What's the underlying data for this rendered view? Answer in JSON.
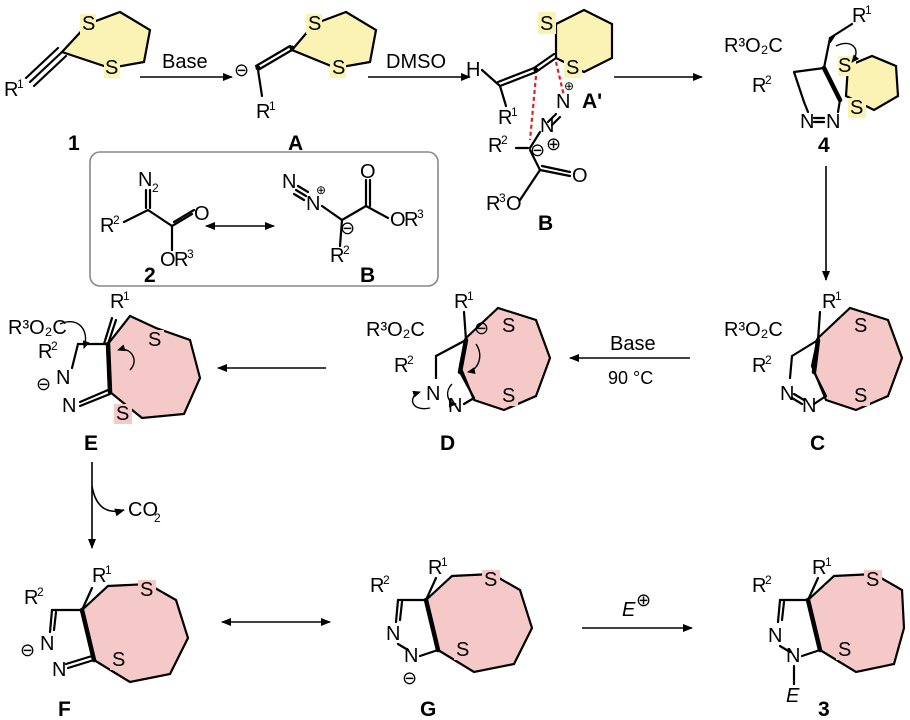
{
  "colors": {
    "dithiane_ring": "#fbf3b3",
    "large_ring": "#f6c9c9",
    "new_bond_dash": "#e02020",
    "box_border": "#888888"
  },
  "compounds": {
    "c1": "1",
    "cA": "A",
    "cAprime": "A'",
    "cB": "B",
    "c4": "4",
    "c2": "2",
    "cBbox": "B",
    "cC": "C",
    "cD": "D",
    "cE": "E",
    "cF": "F",
    "cG": "G",
    "c3": "3"
  },
  "reagents": {
    "base1": "Base",
    "dmso": "DMSO",
    "base2": "Base",
    "temp": "90 °C",
    "co2": "CO",
    "co2_sub": "2",
    "electrophile": "E"
  },
  "atoms": {
    "S": "S",
    "N": "N",
    "H": "H",
    "O": "O",
    "C": "C",
    "E": "E",
    "R": "R",
    "one": "1",
    "two": "2",
    "three": "3",
    "ester": "R³O₂C"
  }
}
